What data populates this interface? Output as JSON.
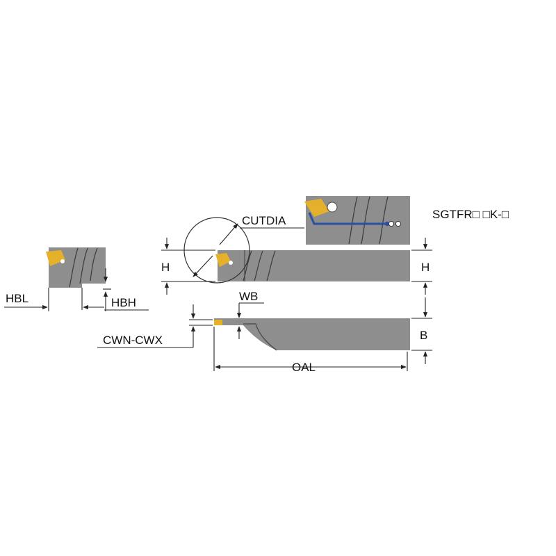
{
  "designation": "SGTFR□ □K-□",
  "labels": {
    "cutdia": "CUTDIA",
    "h_left": "H",
    "h_right": "H",
    "hbl": "HBL",
    "hbh": "HBH",
    "wb": "WB",
    "cwn_cwx": "CWN-CWX",
    "b": "B",
    "oal": "OAL"
  },
  "colors": {
    "body": "#8e8e8e",
    "insert": "#e5b12a",
    "coolant": "#2a4f9c",
    "line": "#222222"
  }
}
